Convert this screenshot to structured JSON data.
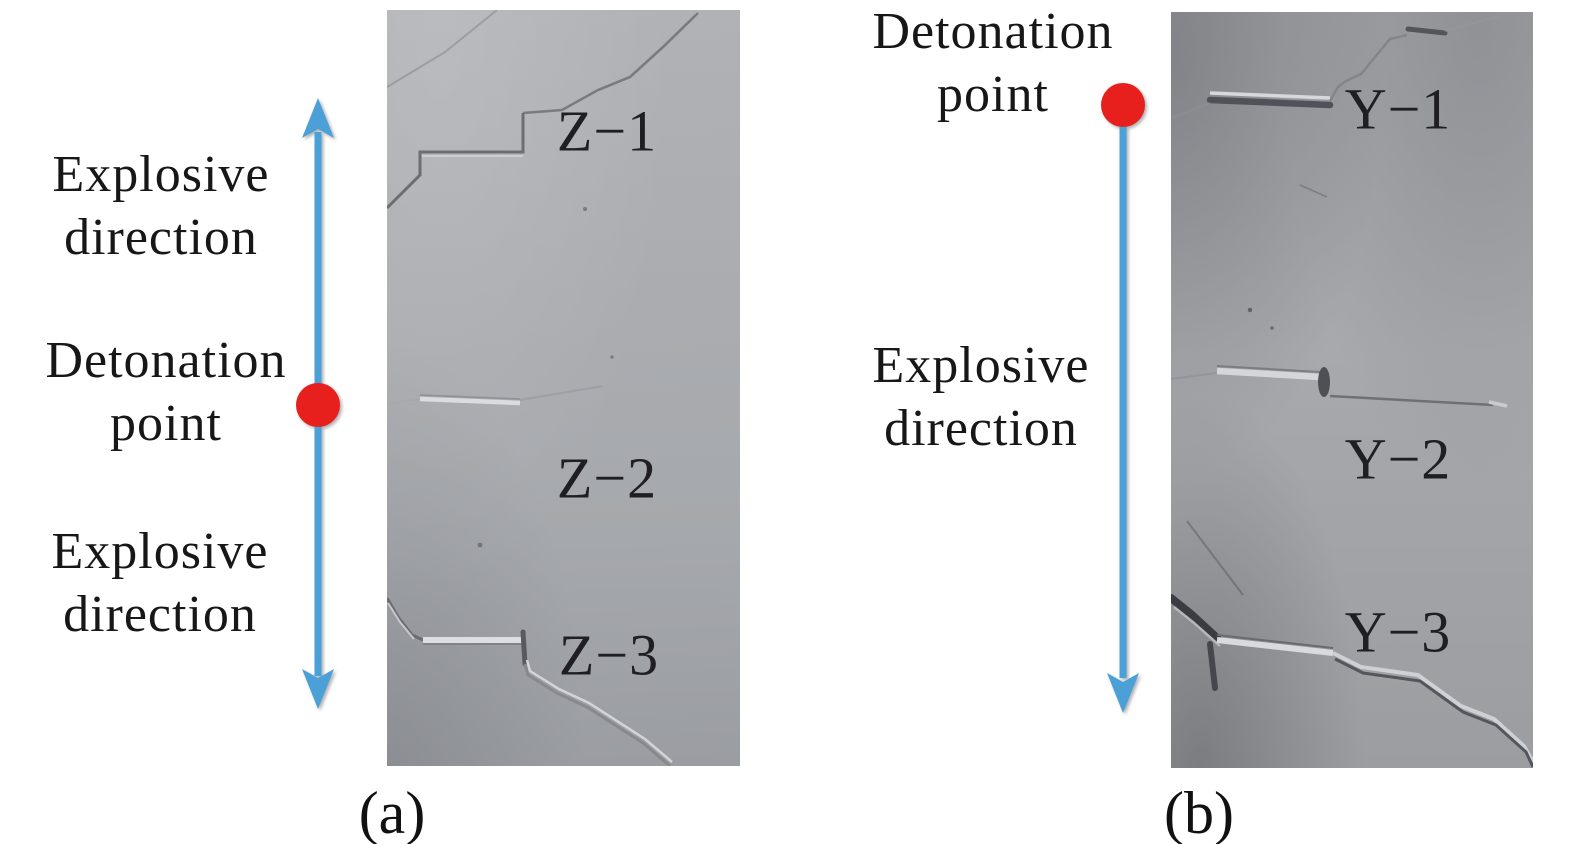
{
  "colors": {
    "background": "#ffffff",
    "arrow_blue": "#4aa0d7",
    "dot_red": "#e8201d",
    "text_black": "#1b1b1b",
    "photo_gray_a": "#aaacb0",
    "photo_gray_b": "#a2a4a8"
  },
  "figure": {
    "panels": [
      {
        "id": "a",
        "caption": "(a)",
        "arrow": "double-headed-vertical",
        "annotations": [
          {
            "name": "explosive-direction-top",
            "line1": "Explosive",
            "line2": "direction"
          },
          {
            "name": "detonation-point",
            "line1": "Detonation",
            "line2": "point"
          },
          {
            "name": "explosive-direction-bottom",
            "line1": "Explosive",
            "line2": "direction"
          }
        ],
        "crack_labels": [
          "Z−1",
          "Z−2",
          "Z−3"
        ]
      },
      {
        "id": "b",
        "caption": "(b)",
        "arrow": "downward",
        "annotations": [
          {
            "name": "detonation-point",
            "line1": "Detonation",
            "line2": "point"
          },
          {
            "name": "explosive-direction",
            "line1": "Explosive",
            "line2": "direction"
          }
        ],
        "crack_labels": [
          "Y−1",
          "Y−2",
          "Y−3"
        ]
      }
    ]
  }
}
